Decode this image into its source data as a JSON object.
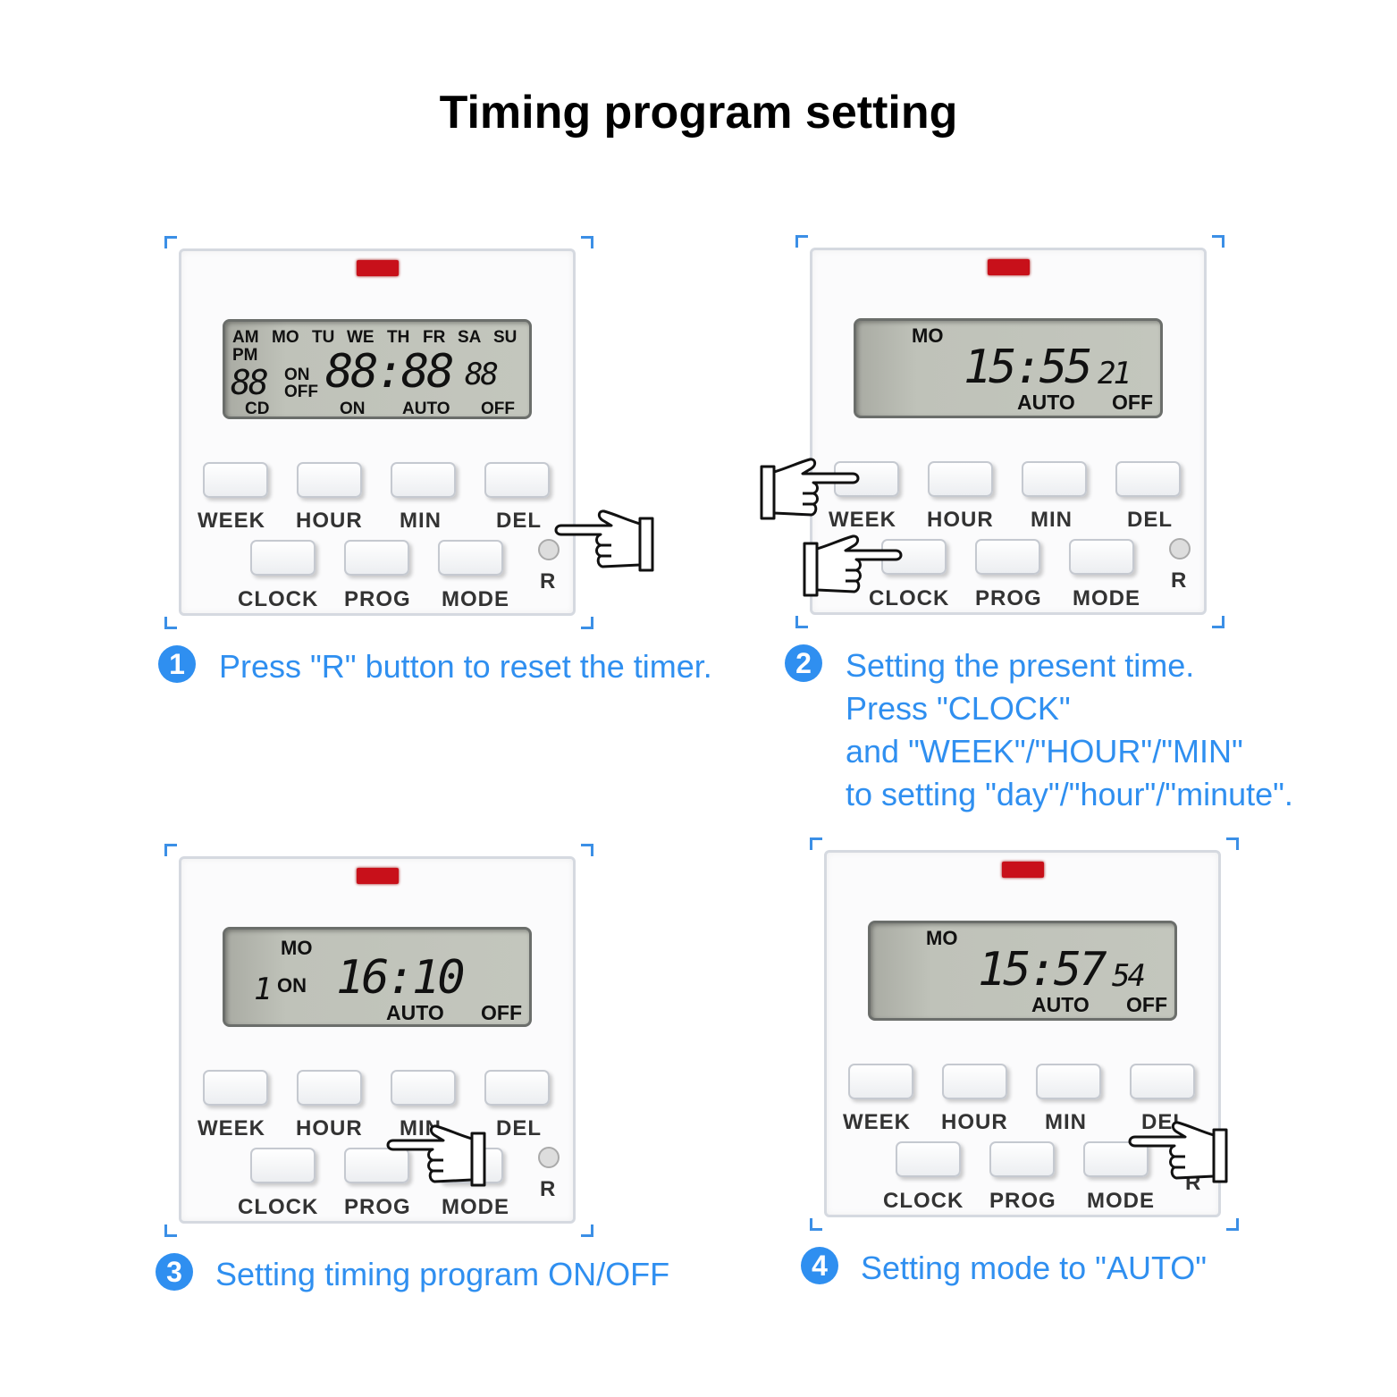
{
  "title": "Timing program setting",
  "buttons": {
    "week": "WEEK",
    "hour": "HOUR",
    "min": "MIN",
    "del": "DEL",
    "clock": "CLOCK",
    "prog": "PROG",
    "mode": "MODE",
    "r": "R"
  },
  "panels": [
    {
      "lcd": {
        "days": [
          "AM",
          "MO",
          "TU",
          "WE",
          "TH",
          "FR",
          "SA",
          "SU"
        ],
        "pm": "PM",
        "small_digits": "88",
        "on_off": [
          "ON",
          "OFF"
        ],
        "main": "88:88",
        "seconds": "88",
        "bottom": [
          "CD",
          "ON",
          "AUTO",
          "OFF"
        ]
      }
    },
    {
      "lcd": {
        "day": "MO",
        "main": "15:55",
        "seconds": "21",
        "mode": "AUTO",
        "state": "OFF"
      }
    },
    {
      "lcd": {
        "day": "MO",
        "program": "1",
        "program_state": "ON",
        "main": "16:10",
        "mode": "AUTO",
        "state": "OFF"
      }
    },
    {
      "lcd": {
        "day": "MO",
        "main": "15:57",
        "seconds": "54",
        "mode": "AUTO",
        "state": "OFF"
      }
    }
  ],
  "steps": [
    {
      "number": "1",
      "lines": [
        "Press \"R\" button to reset the timer."
      ]
    },
    {
      "number": "2",
      "lines": [
        "Setting the present time.",
        "Press \"CLOCK\"",
        "and \"WEEK\"/\"HOUR\"/\"MIN\"",
        "to setting \"day\"/\"hour\"/\"minute\"."
      ]
    },
    {
      "number": "3",
      "lines": [
        "Setting timing program ON/OFF"
      ]
    },
    {
      "number": "4",
      "lines": [
        "Setting mode to \"AUTO\""
      ]
    }
  ],
  "colors": {
    "accent": "#2f8ff0",
    "led": "#c8101a"
  }
}
